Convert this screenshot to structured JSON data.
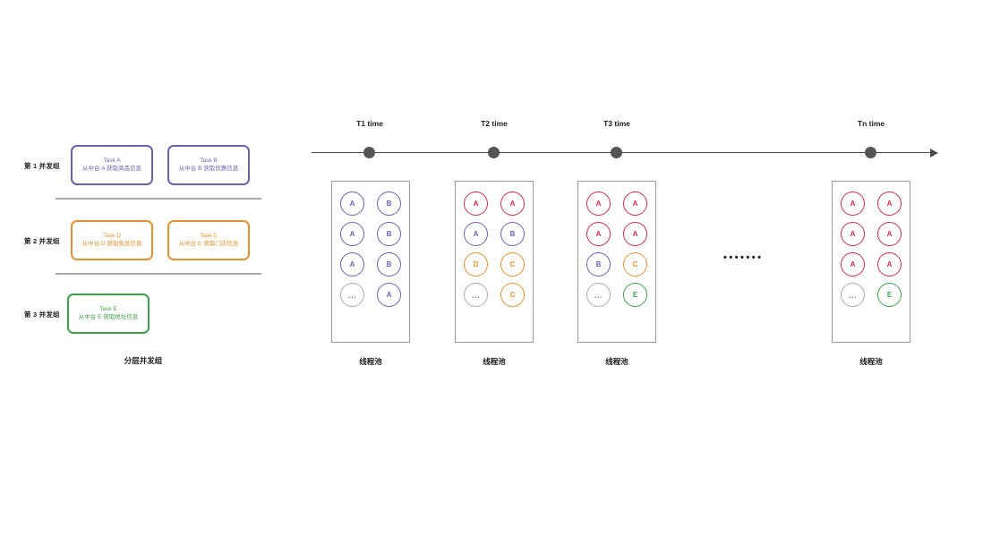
{
  "left_panel": {
    "caption": "分层并发组",
    "groups": [
      {
        "label": "第 1 并发组",
        "color": "#6b62b5",
        "tasks": [
          {
            "title": "Task A",
            "desc": "从中台 A 获取商品信息"
          },
          {
            "title": "Task B",
            "desc": "从中台 B 获取优惠信息"
          }
        ]
      },
      {
        "label": "第 2 并发组",
        "color": "#e8902e",
        "tasks": [
          {
            "title": "Task D",
            "desc": "从中台 D 获取免息信息"
          },
          {
            "title": "Task C",
            "desc": "从中台 C 获取门店信息"
          }
        ]
      },
      {
        "label": "第 3 并发组",
        "color": "#3ba346",
        "tasks": [
          {
            "title": "Task E",
            "desc": "从中台 E 获取地址信息"
          }
        ]
      }
    ]
  },
  "timeline": {
    "ticks": [
      {
        "label": "T1 time"
      },
      {
        "label": "T2 time"
      },
      {
        "label": "T3 time"
      },
      {
        "label": "Tn time"
      }
    ]
  },
  "pools": [
    {
      "caption": "线程池",
      "rows": [
        [
          {
            "label": "A",
            "color": "purple"
          },
          {
            "label": "B",
            "color": "purple"
          }
        ],
        [
          {
            "label": "A",
            "color": "purple"
          },
          {
            "label": "B",
            "color": "purple"
          }
        ],
        [
          {
            "label": "A",
            "color": "purple"
          },
          {
            "label": "B",
            "color": "purple"
          }
        ],
        [
          {
            "label": "...",
            "color": "gray"
          },
          {
            "label": "A",
            "color": "purple"
          }
        ]
      ]
    },
    {
      "caption": "线程池",
      "rows": [
        [
          {
            "label": "A",
            "color": "red"
          },
          {
            "label": "A",
            "color": "red"
          }
        ],
        [
          {
            "label": "A",
            "color": "purple"
          },
          {
            "label": "B",
            "color": "purple"
          }
        ],
        [
          {
            "label": "D",
            "color": "orange"
          },
          {
            "label": "C",
            "color": "orange"
          }
        ],
        [
          {
            "label": "...",
            "color": "gray"
          },
          {
            "label": "C",
            "color": "orange"
          }
        ]
      ]
    },
    {
      "caption": "线程池",
      "rows": [
        [
          {
            "label": "A",
            "color": "red"
          },
          {
            "label": "A",
            "color": "red"
          }
        ],
        [
          {
            "label": "A",
            "color": "red"
          },
          {
            "label": "A",
            "color": "red"
          }
        ],
        [
          {
            "label": "B",
            "color": "purple"
          },
          {
            "label": "C",
            "color": "orange"
          }
        ],
        [
          {
            "label": "...",
            "color": "gray"
          },
          {
            "label": "E",
            "color": "green"
          }
        ]
      ]
    },
    {
      "caption": "线程池",
      "rows": [
        [
          {
            "label": "A",
            "color": "red"
          },
          {
            "label": "A",
            "color": "red"
          }
        ],
        [
          {
            "label": "A",
            "color": "red"
          },
          {
            "label": "A",
            "color": "red"
          }
        ],
        [
          {
            "label": "A",
            "color": "red"
          },
          {
            "label": "A",
            "color": "red"
          }
        ],
        [
          {
            "label": "...",
            "color": "gray"
          },
          {
            "label": "E",
            "color": "green"
          }
        ]
      ]
    }
  ],
  "between_pools_ellipsis": "•••••••",
  "colors": {
    "purple": "#6b62b5",
    "orange": "#e8902e",
    "green": "#3ba346",
    "red": "#d42a4e",
    "gray": "#aaaaaa",
    "timeline": "#4a4a4a"
  }
}
